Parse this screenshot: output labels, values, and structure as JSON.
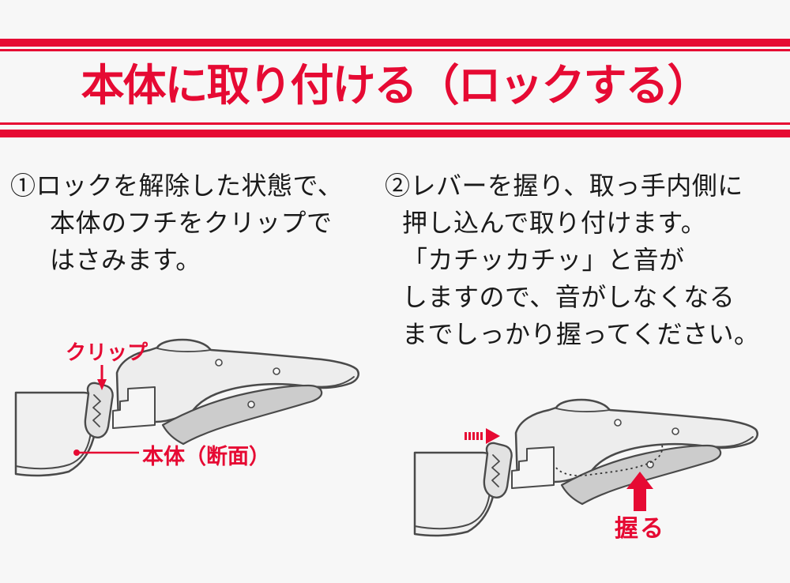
{
  "colors": {
    "accent_red": "#e60a33",
    "background": "#f7f7f7",
    "text": "#1a1a1a",
    "line_art_stroke": "#4a4a4a"
  },
  "header": {
    "title": "本体に取り付ける（ロックする）"
  },
  "steps": [
    {
      "number": "①",
      "lines": [
        "①ロックを解除した状態で、",
        "本体のフチをクリップで",
        "はさみます。"
      ]
    },
    {
      "number": "②",
      "lines": [
        "②レバーを握り、取っ手内側に",
        "押し込んで取り付けます。",
        "「カチッカチッ」と音が",
        "しますので、音がしなくなる",
        "までしっかり握ってください。"
      ]
    }
  ],
  "figures": [
    {
      "id": "figure-1-unlocked",
      "labels": {
        "clip": "クリップ",
        "body_cross_section": "本体（断面）"
      }
    },
    {
      "id": "figure-2-locking",
      "labels": {
        "grip": "握る"
      }
    }
  ]
}
